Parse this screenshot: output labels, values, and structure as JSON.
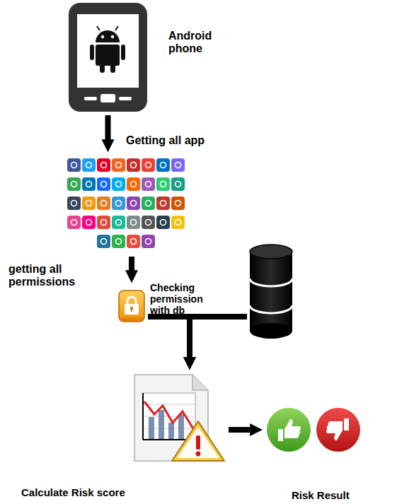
{
  "diagram": {
    "nodes": [
      {
        "text": [
          "Android phone"
        ]
      },
      {
        "text": []
      },
      {
        "text": [
          "Checking permission with db"
        ]
      },
      {
        "text": []
      },
      {
        "text": [
          "Calculate Risk score"
        ]
      },
      {
        "text": [
          "Risk Result"
        ]
      }
    ],
    "edges": [
      {
        "from": 0,
        "to": 1,
        "arrow": "to",
        "label": "Getting all app"
      },
      {
        "from": 1,
        "to": 2,
        "arrow": "to",
        "label": "getting all permissions"
      },
      {
        "from": 2,
        "to": 4,
        "arrow": "to"
      },
      {
        "from": 3,
        "to": 4,
        "arrow": "to"
      },
      {
        "from": 4,
        "to": 5,
        "arrow": "to"
      }
    ]
  }
}
